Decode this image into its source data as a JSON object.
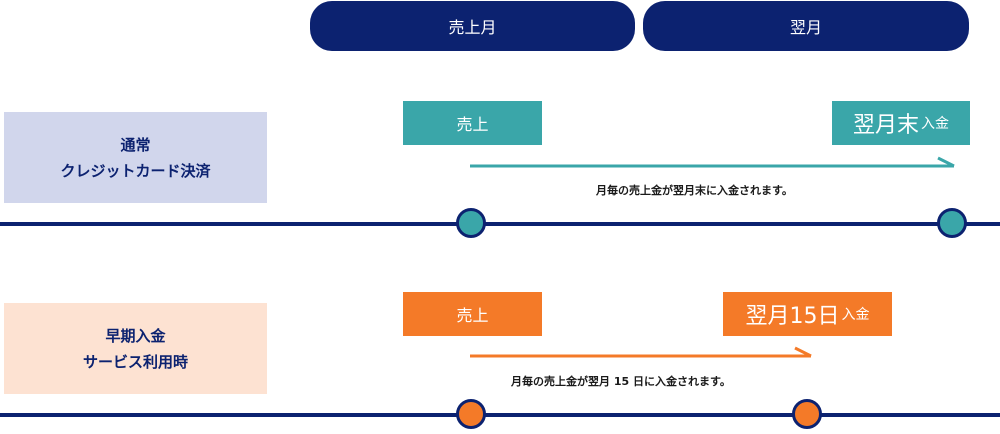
{
  "header": {
    "month_sale": "売上月",
    "month_next": "翌月"
  },
  "rows": [
    {
      "label_line1": "通常",
      "label_line2": "クレジットカード決済",
      "sale_tag": "売上",
      "deposit_tag_main": "翌月末",
      "deposit_tag_sub": "入金",
      "note": "月毎の売上金が翌月末に入金されます。",
      "accent": "#3aa6a9",
      "label_bg": "#d1d6ec"
    },
    {
      "label_line1": "早期入金",
      "label_line2": "サービス利用時",
      "sale_tag": "売上",
      "deposit_tag_main": "翌月15日",
      "deposit_tag_sub": "入金",
      "note": "月毎の売上金が翌月 15 日に入金されます。",
      "accent": "#f47a28",
      "label_bg": "#fde2d2"
    }
  ],
  "colors": {
    "navy": "#0c2270"
  }
}
